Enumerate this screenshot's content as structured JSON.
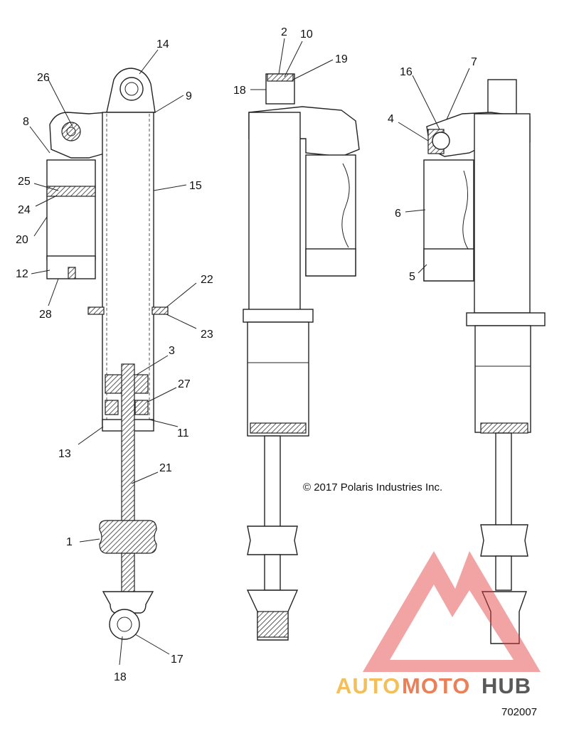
{
  "diagram": {
    "copyright": "© 2017 Polaris Industries Inc.",
    "diagram_id": "702007",
    "callouts": [
      "1",
      "2",
      "3",
      "4",
      "5",
      "6",
      "7",
      "8",
      "9",
      "10",
      "11",
      "12",
      "13",
      "14",
      "15",
      "16",
      "17",
      "18",
      "19",
      "20",
      "21",
      "22",
      "23",
      "24",
      "25",
      "26",
      "27",
      "28"
    ],
    "callout_18_second": "18"
  },
  "watermark": {
    "brand_a": "AUTO",
    "brand_b": "MOTO",
    "brand_c": "HUB",
    "color_a": "#f2b43c",
    "color_b": "#e66a3a",
    "color_c": "#3d3d3d",
    "logo_color": "#e33b3b"
  }
}
